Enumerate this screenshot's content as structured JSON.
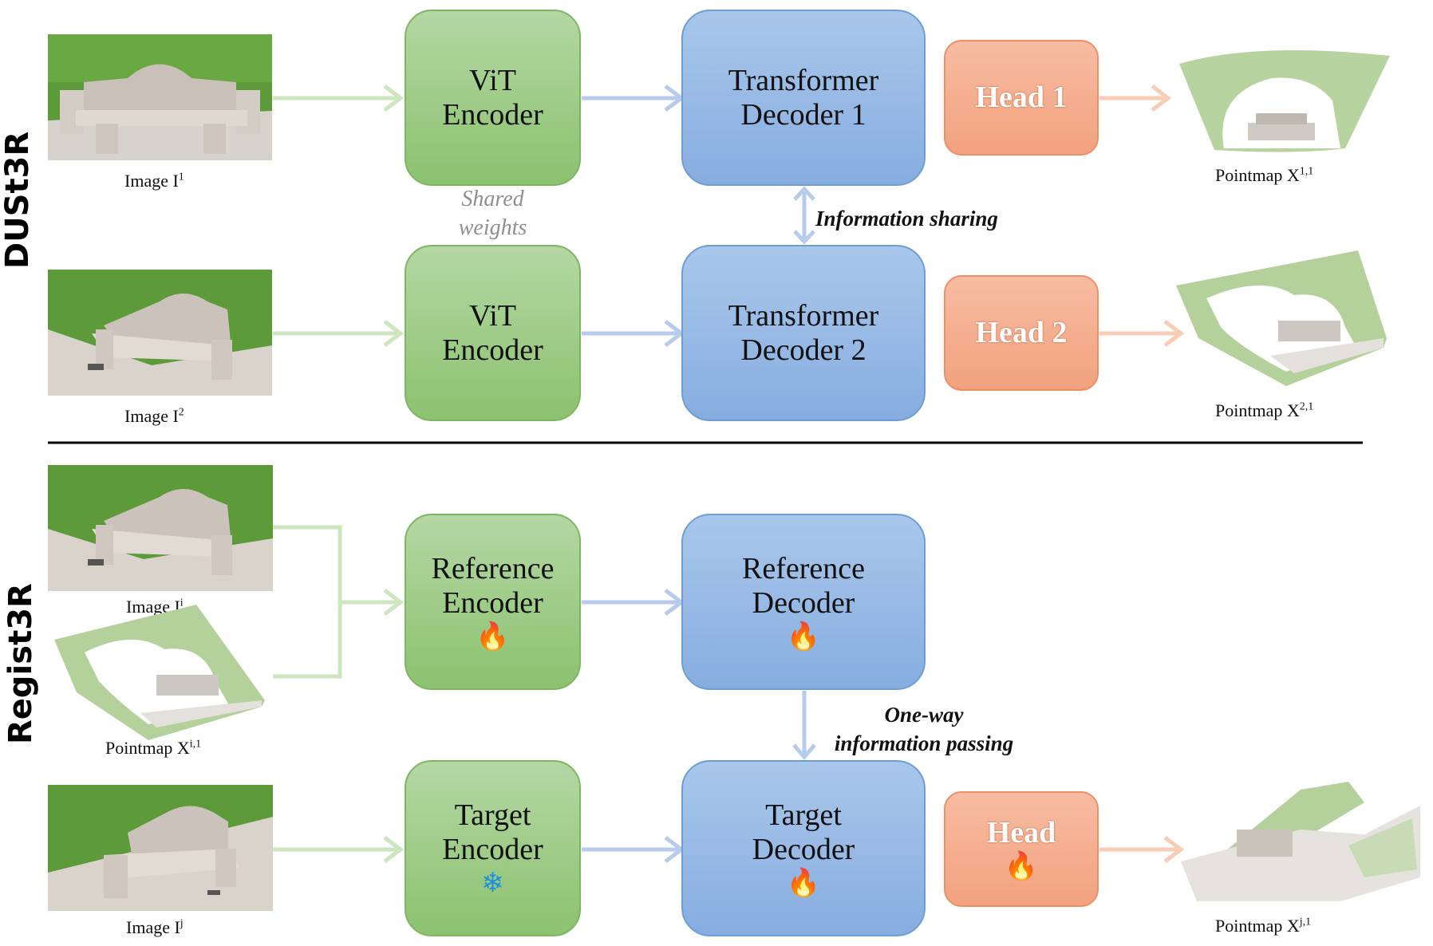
{
  "section_labels": {
    "top": "DUSt3R",
    "bottom": "Regist3R"
  },
  "dust3r": {
    "image1_caption": "Image I",
    "image1_sup": "1",
    "image2_caption": "Image I",
    "image2_sup": "2",
    "vit_encoder_1": [
      "ViT",
      "Encoder"
    ],
    "vit_encoder_2": [
      "ViT",
      "Encoder"
    ],
    "shared_weights": [
      "Shared",
      "weights"
    ],
    "decoder_1": [
      "Transformer",
      "Decoder 1"
    ],
    "decoder_2": [
      "Transformer",
      "Decoder 2"
    ],
    "information_sharing": "Information sharing",
    "head_1": "Head 1",
    "head_2": "Head 2",
    "pointmap1_caption": "Pointmap X",
    "pointmap1_sup": "1,1",
    "pointmap2_caption": "Pointmap X",
    "pointmap2_sup": "2,1"
  },
  "regist3r": {
    "image_i_caption": "Image I",
    "image_i_sup": "i",
    "pointmap_i_caption": "Pointmap X",
    "pointmap_i_sup": "i,1",
    "image_j_caption": "Image I",
    "image_j_sup": "j",
    "reference_encoder": [
      "Reference",
      "Encoder"
    ],
    "reference_decoder": [
      "Reference",
      "Decoder"
    ],
    "target_encoder": [
      "Target",
      "Encoder"
    ],
    "target_decoder": [
      "Target",
      "Decoder"
    ],
    "one_way": [
      "One-way",
      "information passing"
    ],
    "head": "Head",
    "pointmap_j_caption": "Pointmap X",
    "pointmap_j_sup": "j,1",
    "fire_icon": "🔥",
    "snowflake_icon": "❄"
  },
  "colors": {
    "encoder_green": "#8cc26f",
    "decoder_blue": "#87ade0",
    "head_orange": "#f2a27f",
    "arrow_green": "#cde6c0",
    "arrow_blue": "#b7cbec",
    "arrow_orange": "#f8cdb6"
  }
}
